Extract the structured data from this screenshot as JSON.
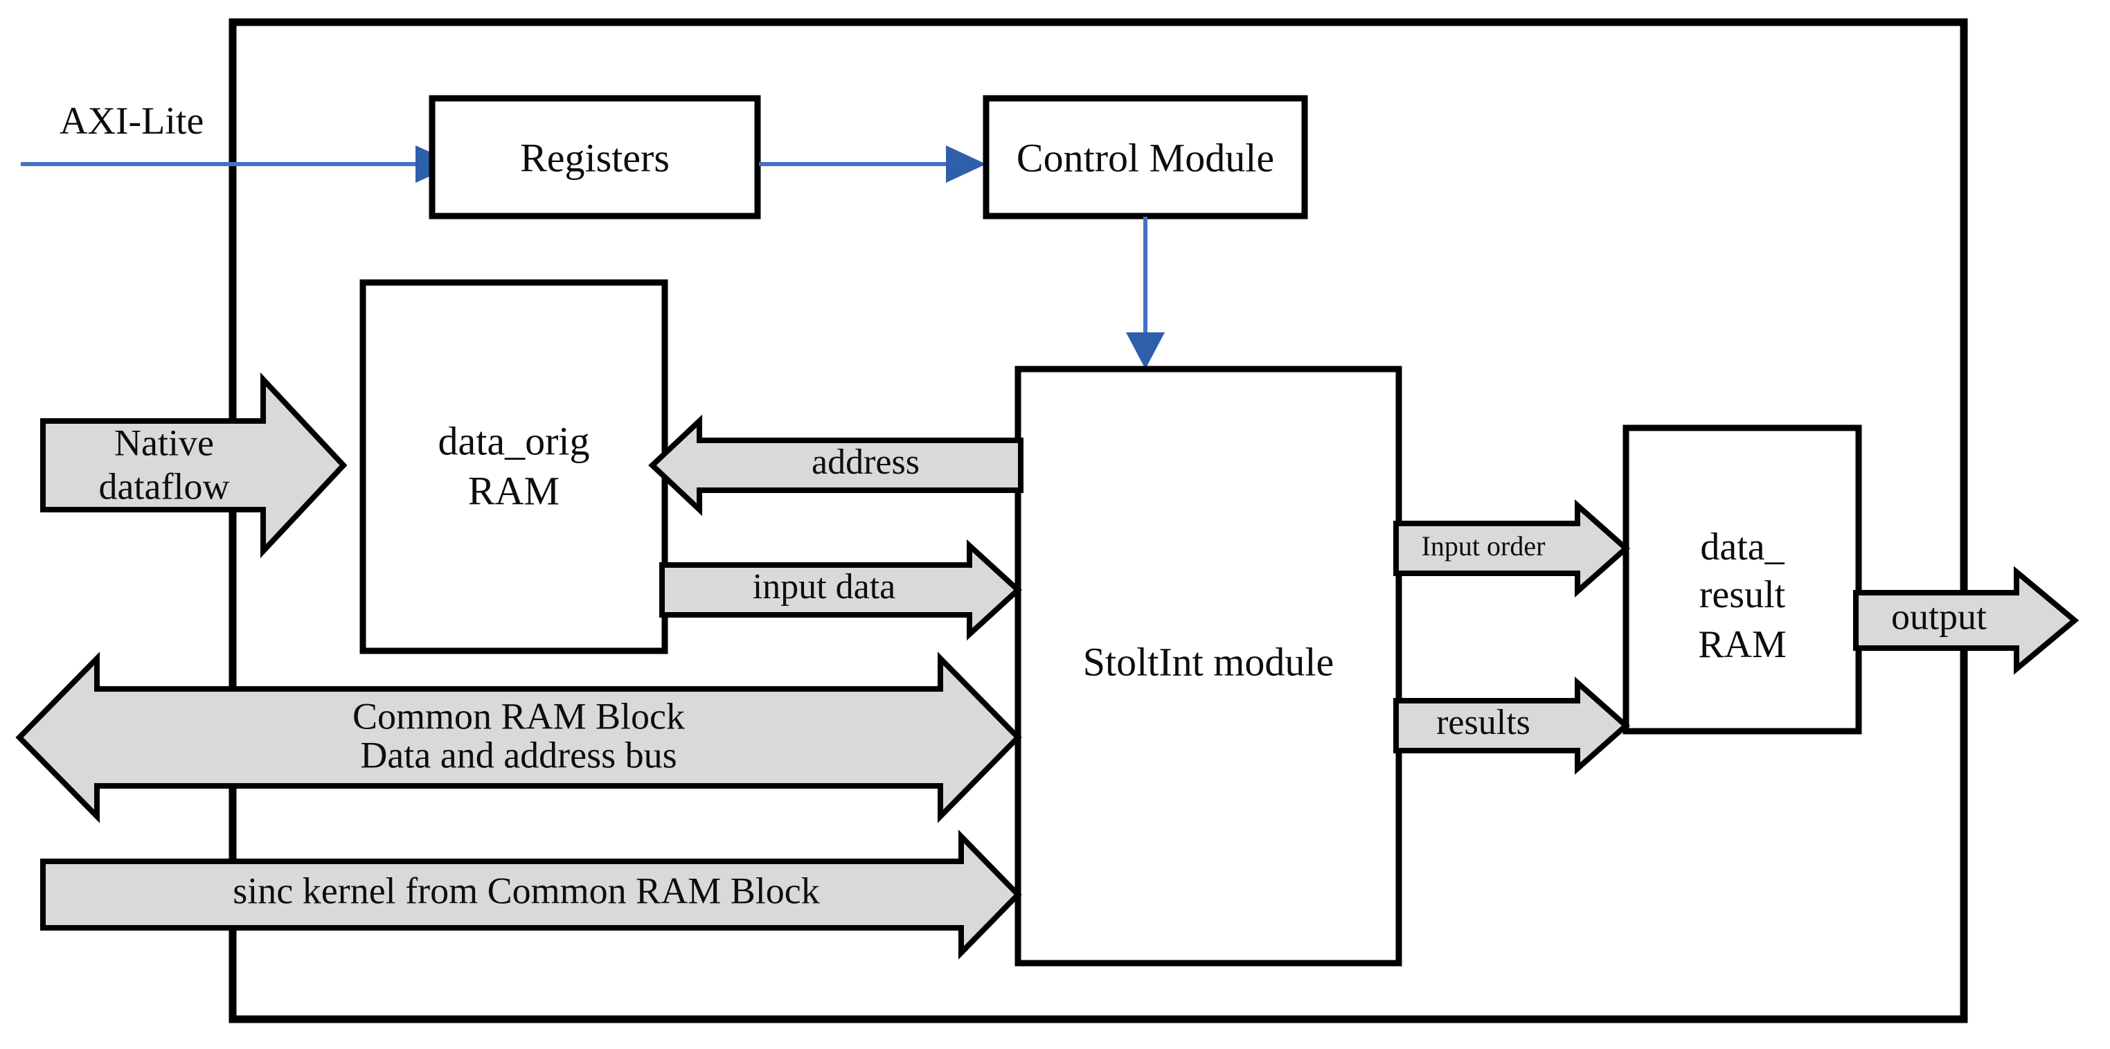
{
  "figure": {
    "type": "block-diagram",
    "title": "StoltInt accelerator block diagram",
    "background_color": "#ffffff",
    "outline_color": "#000000",
    "arrow_fill_color": "#d9d9d9",
    "arrow_stroke_color": "#000000",
    "signal_arrow_color": "#4472c4",
    "text_color": "#0d0d0d"
  },
  "external_labels": {
    "axi_lite": "AXI-Lite"
  },
  "blocks": {
    "registers": {
      "label": "Registers"
    },
    "control_module": {
      "label": "Control Module"
    },
    "data_orig_ram": {
      "label_line1": "data_orig",
      "label_line2": "RAM"
    },
    "stoltint_module": {
      "label": "StoltInt module"
    },
    "data_result_ram": {
      "label_line1": "data_",
      "label_line2": "result",
      "label_line3": "RAM"
    }
  },
  "arrows": {
    "axi_to_registers": {
      "label": "",
      "kind": "thin-line",
      "direction": "right"
    },
    "registers_to_control": {
      "label": "",
      "kind": "thin-line",
      "direction": "right"
    },
    "control_to_stoltint": {
      "label": "",
      "kind": "thin-line",
      "direction": "down"
    },
    "native_dataflow": {
      "label_line1": "Native",
      "label_line2": "dataflow",
      "kind": "block-arrow",
      "direction": "right"
    },
    "address": {
      "label": "address",
      "kind": "block-arrow",
      "direction": "left"
    },
    "input_data": {
      "label": "input data",
      "kind": "block-arrow",
      "direction": "right"
    },
    "common_ram_bus": {
      "label_line1": "Common RAM Block",
      "label_line2": "Data and address bus",
      "kind": "block-arrow",
      "direction": "both"
    },
    "sinc_kernel": {
      "label": "sinc kernel from Common RAM Block",
      "kind": "block-arrow",
      "direction": "right"
    },
    "input_order": {
      "label": "Input order",
      "kind": "block-arrow",
      "direction": "right"
    },
    "results": {
      "label": "results",
      "kind": "block-arrow",
      "direction": "right"
    },
    "output": {
      "label": "output",
      "kind": "block-arrow",
      "direction": "right"
    }
  }
}
